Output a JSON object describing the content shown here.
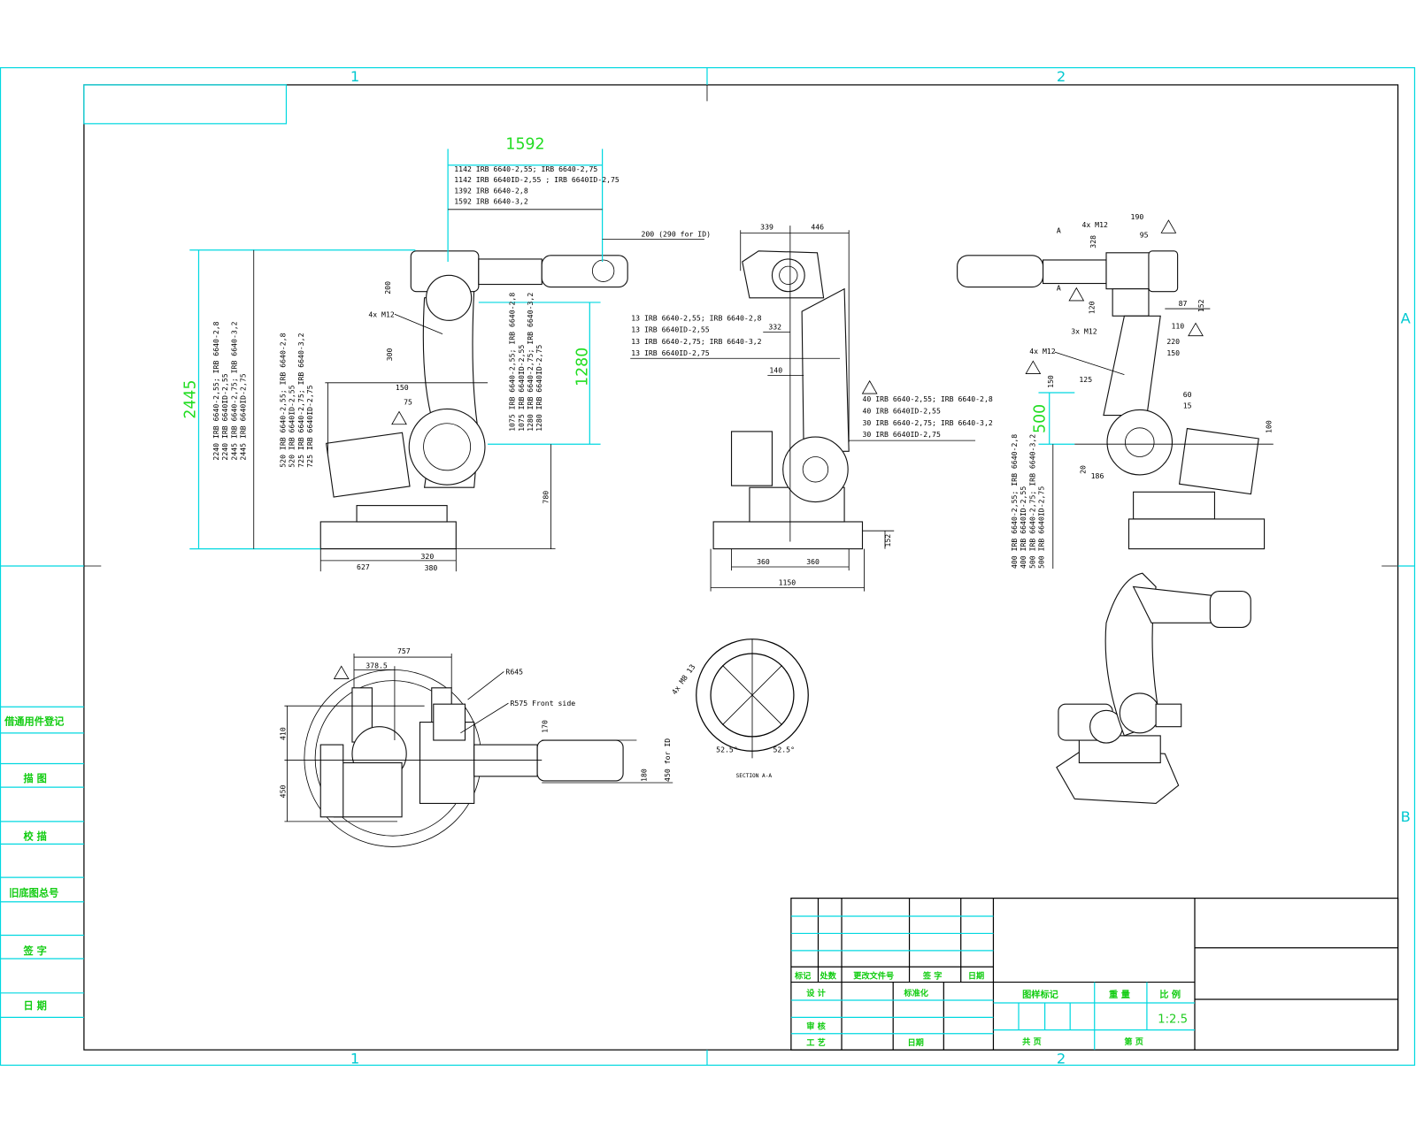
{
  "grid": {
    "col1": "1",
    "col2": "2",
    "rowA": "A",
    "rowB": "B"
  },
  "side_strip": [
    "借通用件登记",
    "描  图",
    "校  描",
    "旧底图总号",
    "签  字",
    "日  期"
  ],
  "title_block": {
    "rev_headers": [
      "标记",
      "处数",
      "更改文件号",
      "签  字",
      "日期"
    ],
    "design": "设  计",
    "standardization": "标准化",
    "review": "审  核",
    "process": "工  艺",
    "date": "日期",
    "drawing_mark": "图样标记",
    "weight": "重  量",
    "scale_label": "比  例",
    "scale_value": "1:2.5",
    "total_sheets": "共    页",
    "sheet_no": "第    页"
  },
  "side_view": {
    "reach_dim": "1592",
    "reach_notes": [
      "1142 IRB 6640-2,55; IRB 6640-2,75",
      "1142 IRB 6640ID-2,55 ; IRB 6640ID-2,75",
      "1392 IRB 6640-2,8",
      "1592 IRB 6640-3,2"
    ],
    "wrist_note": "200 (290 for ID)",
    "height_dim": "2445",
    "height_notes": [
      "2240 IRB 6640-2,55; IRB 6640-2,8",
      "2240 IRB 6640ID-2,55",
      "2445 IRB 6640-2,75; IRB 6640-3,2",
      "2445 IRB 6640ID-2,75"
    ],
    "arm_notes": [
      "520 IRB 6640-2,55; IRB 6640-2,8",
      "520 IRB 6640ID-2,55",
      "725 IRB 6640-2,75; IRB 6640-3,2",
      "725 IRB 6640ID-2,75"
    ],
    "upper_dim": "1280",
    "upper_notes": [
      "1075 IRB 6640-2,55; IRB 6640-2,8",
      "1075 IRB 6640ID-2,55",
      "1280 IRB 6640-2,75; IRB 6640-3,2",
      "1280 IRB 6640ID-2,75"
    ],
    "dims": {
      "d200": "200",
      "m12": "4x M12",
      "d300": "300",
      "d150": "150",
      "d75": "75",
      "d780": "780",
      "d627": "627",
      "d320": "320",
      "d380": "380"
    },
    "symbol": "Δ"
  },
  "front_view": {
    "dims": {
      "d339": "339",
      "d446": "446",
      "d332": "332",
      "d140": "140",
      "d152": "152",
      "d360a": "360",
      "d360b": "360",
      "d1150": "1150"
    },
    "notes13": [
      "13 IRB 6640-2,55; IRB 6640-2,8",
      "13 IRB 6640ID-2,55",
      "13 IRB 6640-2,75; IRB 6640-3,2",
      "13 IRB 6640ID-2,75"
    ],
    "notes40": [
      "40 IRB 6640-2,55; IRB 6640-2,8",
      "40 IRB 6640ID-2,55",
      "30 IRB 6640-2,75; IRB 6640-3,2",
      "30 IRB 6640ID-2,75"
    ]
  },
  "rear_view": {
    "dims": {
      "a": "A",
      "m12a": "4x M12",
      "d190": "190",
      "d95": "95",
      "d328": "328",
      "d87": "87",
      "d152": "152",
      "d120": "120",
      "m12b": "3x M12",
      "d110": "110",
      "d220": "220",
      "d150": "150",
      "m12c": "4x M12",
      "d125": "125",
      "d150b": "150",
      "d500": "500",
      "d60": "60",
      "d15": "15",
      "d20": "20",
      "d186": "186",
      "d100": "100"
    },
    "notes": [
      "400 IRB 6640-2,55; IRB 6640-2,8",
      "400 IRB 6640ID-2,55",
      "500 IRB 6640-2,75; IRB 6640-3,2",
      "500 IRB 6640ID-2,75"
    ]
  },
  "top_view": {
    "dims": {
      "d757": "757",
      "d3785": "378.5",
      "r645": "R645",
      "r575": "R575 Front side",
      "d410": "410",
      "d450": "450",
      "d170": "170",
      "d180": "180",
      "d450id": "450 for ID"
    }
  },
  "section": {
    "label": "SECTION A-A",
    "holes": "4x M8 13",
    "ang1": "52.5°",
    "ang2": "52.5°"
  }
}
